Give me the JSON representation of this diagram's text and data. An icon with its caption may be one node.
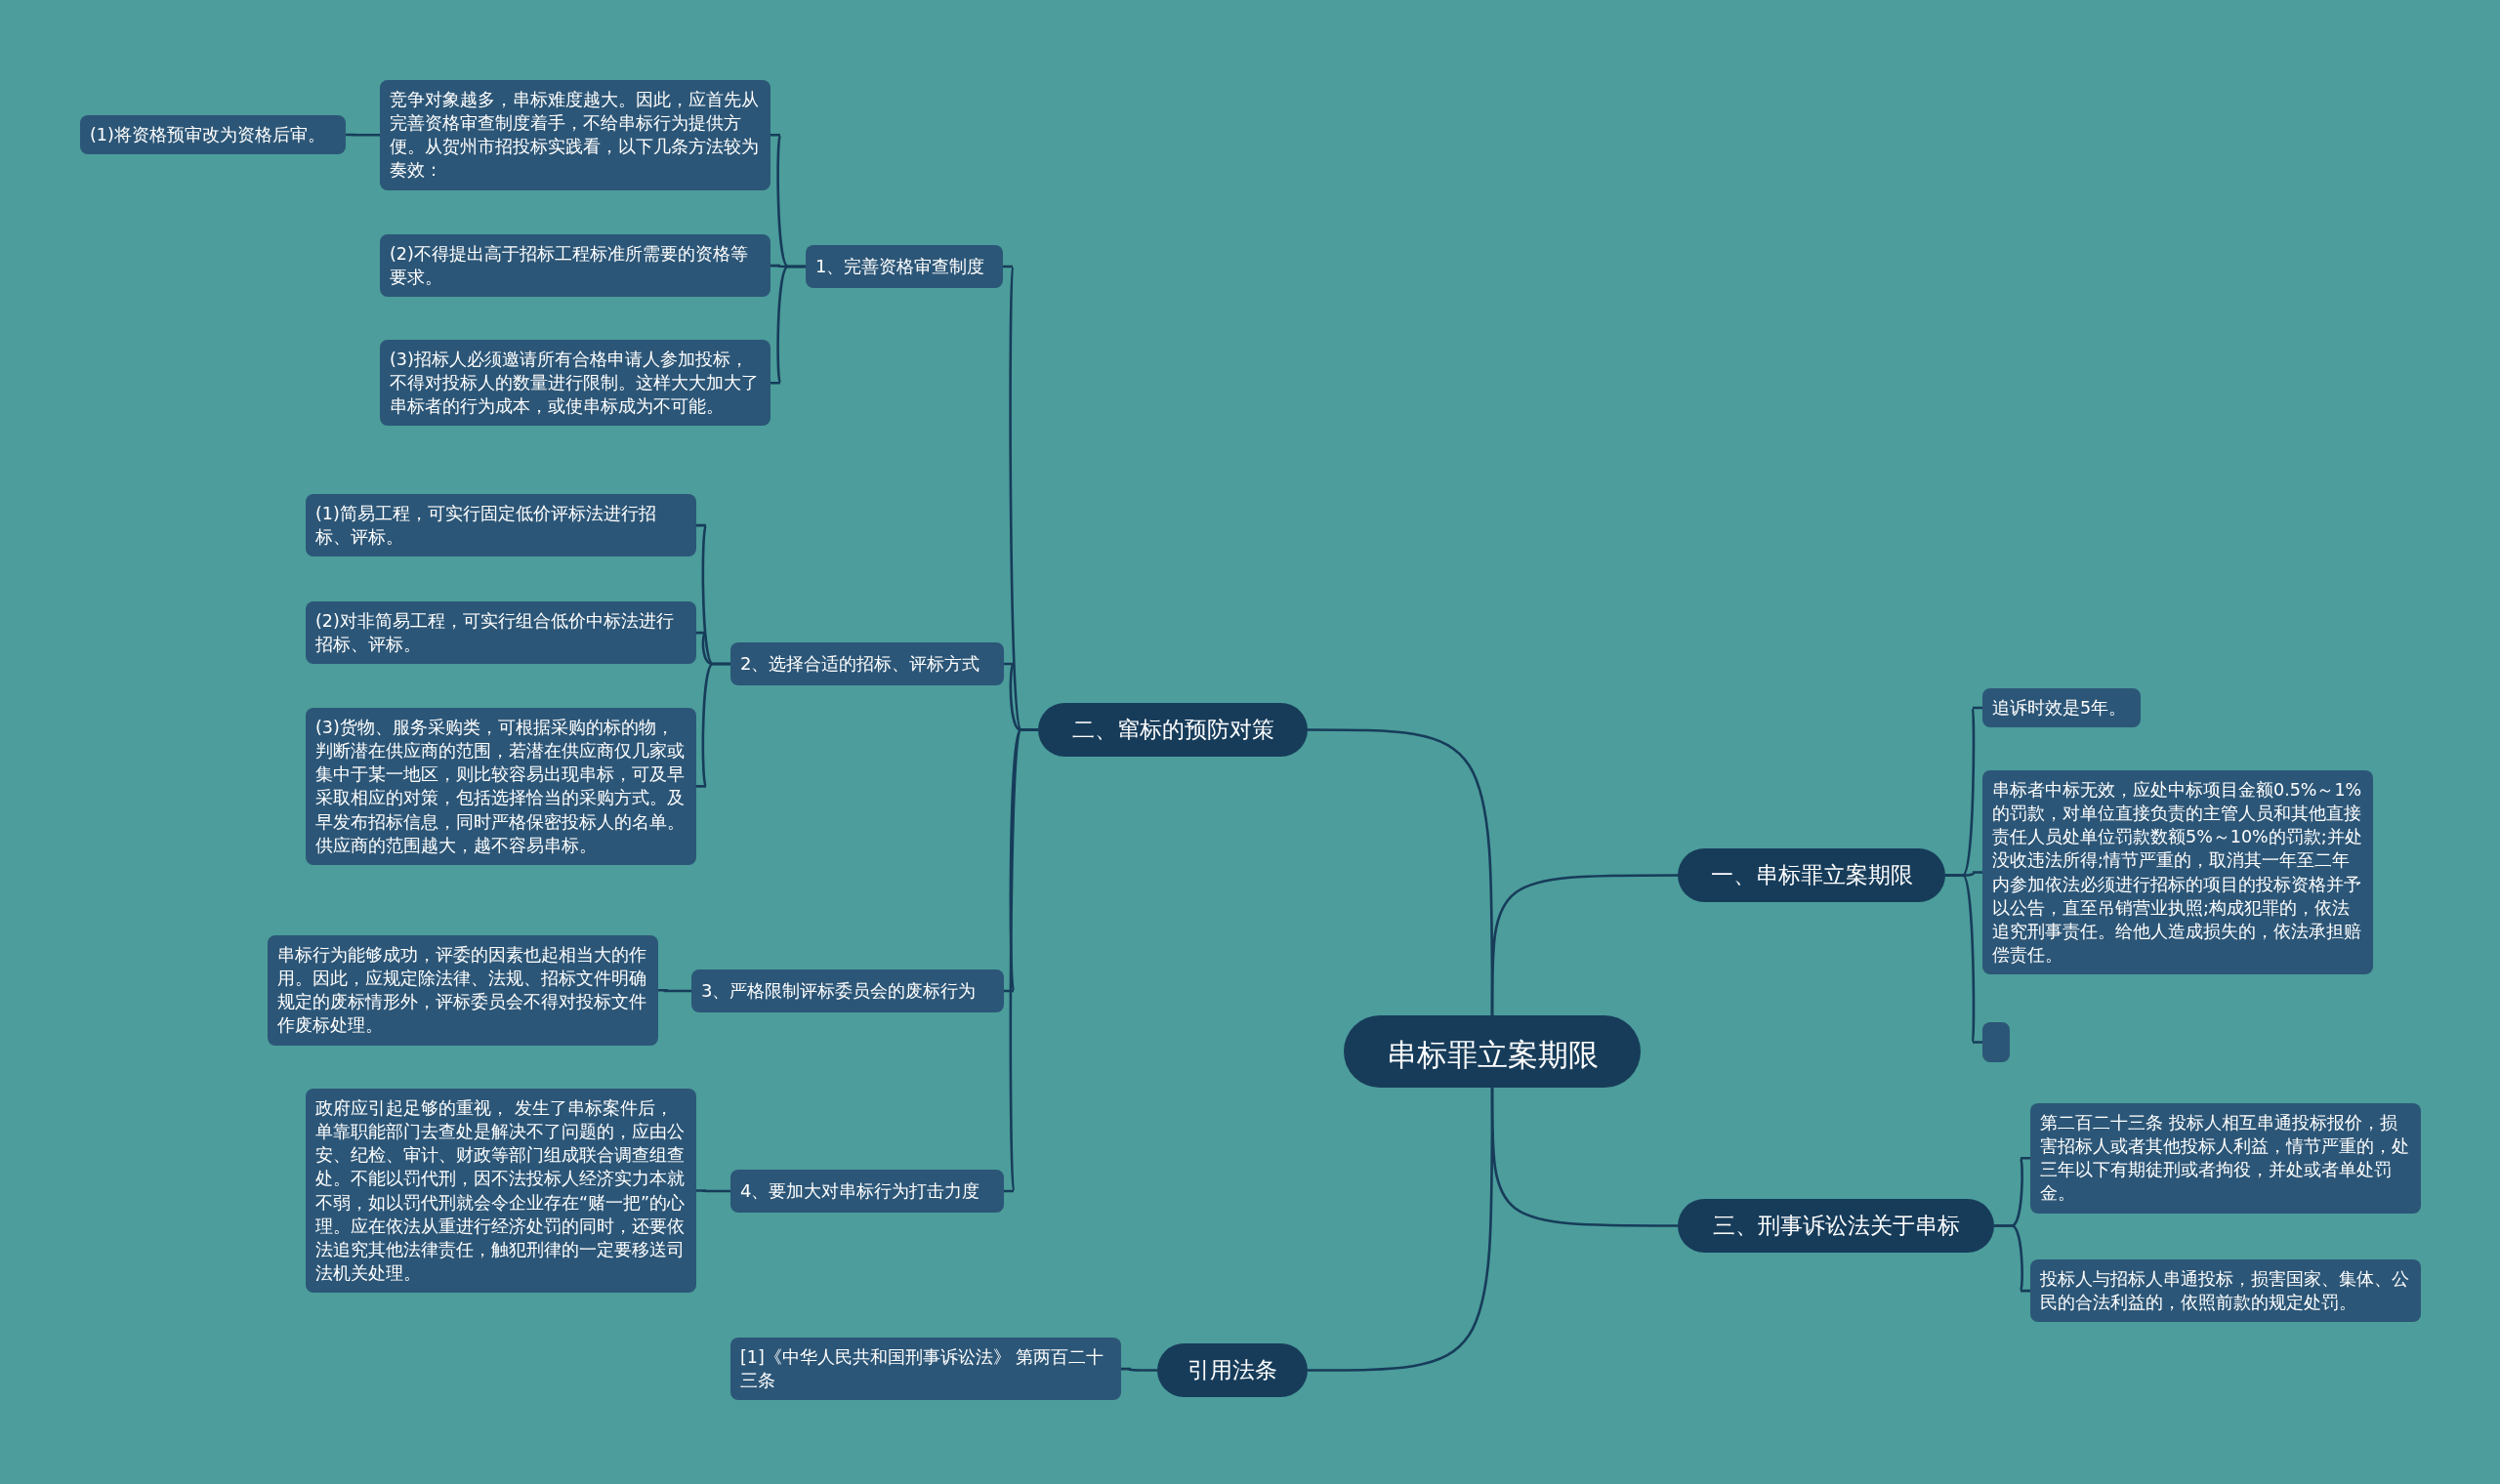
{
  "diagram": {
    "nodes": [
      {
        "text": [
          "串标罪立案期限"
        ]
      },
      {
        "text": [
          "二、窜标的预防对策"
        ]
      },
      {
        "text": [
          "1、完善资格审查制度"
        ]
      },
      {
        "text": [
          "竞争对象越多，串标难度越大。因此，应首先从完善资格审查制度着手，不给串标行为提供方便。从贺州市招投标实践看，以下几条方法较为奏效："
        ]
      },
      {
        "text": [
          "(1)将资格预审改为资格后审。"
        ]
      },
      {
        "text": [
          "(2)不得提出高于招标工程标准所需要的资格等要求。"
        ]
      },
      {
        "text": [
          "(3)招标人必须邀请所有合格申请人参加投标，不得对投标人的数量进行限制。这样大大加大了串标者的行为成本，或使串标成为不可能。"
        ]
      },
      {
        "text": [
          "2、选择合适的招标、评标方式"
        ]
      },
      {
        "text": [
          "(1)简易工程，可实行固定低价评标法进行招标、评标。"
        ]
      },
      {
        "text": [
          "(2)对非简易工程，可实行组合低价中标法进行招标、评标。"
        ]
      },
      {
        "text": [
          "(3)货物、服务采购类，可根据采购的标的物，判断潜在供应商的范围，若潜在供应商仅几家或集中于某一地区，则比较容易出现串标，可及早采取相应的对策，包括选择恰当的采购方式。及早发布招标信息，同时严格保密投标人的名单。供应商的范围越大，越不容易串标。"
        ]
      },
      {
        "text": [
          "3、严格限制评标委员会的废标行为"
        ]
      },
      {
        "text": [
          "串标行为能够成功，评委的因素也起相当大的作用。因此，应规定除法律、法规、招标文件明确规定的废标情形外，评标委员会不得对投标文件作废标处理。"
        ]
      },
      {
        "text": [
          "4、要加大对串标行为打击力度"
        ]
      },
      {
        "text": [
          "政府应引起足够的重视， 发生了串标案件后，单靠职能部门去查处是解决不了问题的，应由公安、纪检、审计、财政等部门组成联合调查组查处。不能以罚代刑，因不法投标人经济实力本就不弱，如以罚代刑就会令企业存在“赌一把”的心理。应在依法从重进行经济处罚的同时，还要依法追究其他法律责任，触犯刑律的一定要移送司法机关处理。"
        ]
      },
      {
        "text": [
          "引用法条"
        ]
      },
      {
        "text": [
          "[1]《中华人民共和国刑事诉讼法》 第两百二十三条"
        ]
      },
      {
        "text": [
          "一、串标罪立案期限"
        ]
      },
      {
        "text": [
          "追诉时效是5年。"
        ]
      },
      {
        "text": [
          "串标者中标无效，应处中标项目金额0.5%～1%的罚款，对单位直接负责的主管人员和其他直接责任人员处单位罚款数额5%～10%的罚款;并处没收违法所得;情节严重的，取消其一年至二年内参加依法必须进行招标的项目的投标资格并予以公告，直至吊销营业执照;构成犯罪的，依法追究刑事责任。给他人造成损失的，依法承担赔偿责任。"
        ]
      },
      {
        "text": [],
        "shape": "box"
      },
      {
        "text": [
          "三、刑事诉讼法关于串标"
        ]
      },
      {
        "text": [
          "第二百二十三条 投标人相互串通投标报价，损害招标人或者其他投标人利益，情节严重的，处三年以下有期徒刑或者拘役，并处或者单处罚金。"
        ]
      },
      {
        "text": [
          "投标人与招标人串通投标，损害国家、集体、公民的合法利益的，依照前款的规定处罚。"
        ]
      }
    ],
    "edges": [
      {
        "from": 0,
        "to": 1,
        "arrow": "none"
      },
      {
        "from": 0,
        "to": 15,
        "arrow": "none"
      },
      {
        "from": 0,
        "to": 17,
        "arrow": "none"
      },
      {
        "from": 0,
        "to": 21,
        "arrow": "none"
      },
      {
        "from": 1,
        "to": 2,
        "arrow": "none"
      },
      {
        "from": 1,
        "to": 7,
        "arrow": "none"
      },
      {
        "from": 1,
        "to": 11,
        "arrow": "none"
      },
      {
        "from": 1,
        "to": 13,
        "arrow": "none"
      },
      {
        "from": 2,
        "to": 3,
        "arrow": "none"
      },
      {
        "from": 2,
        "to": 5,
        "arrow": "none"
      },
      {
        "from": 2,
        "to": 6,
        "arrow": "none"
      },
      {
        "from": 3,
        "to": 4,
        "arrow": "none"
      },
      {
        "from": 7,
        "to": 8,
        "arrow": "none"
      },
      {
        "from": 7,
        "to": 9,
        "arrow": "none"
      },
      {
        "from": 7,
        "to": 10,
        "arrow": "none"
      },
      {
        "from": 11,
        "to": 12,
        "arrow": "none"
      },
      {
        "from": 13,
        "to": 14,
        "arrow": "none"
      },
      {
        "from": 15,
        "to": 16,
        "arrow": "none"
      },
      {
        "from": 17,
        "to": 18,
        "arrow": "none"
      },
      {
        "from": 17,
        "to": 19,
        "arrow": "none"
      },
      {
        "from": 17,
        "to": 20,
        "arrow": "none"
      },
      {
        "from": 21,
        "to": 22,
        "arrow": "none"
      },
      {
        "from": 21,
        "to": 23,
        "arrow": "none"
      }
    ]
  }
}
